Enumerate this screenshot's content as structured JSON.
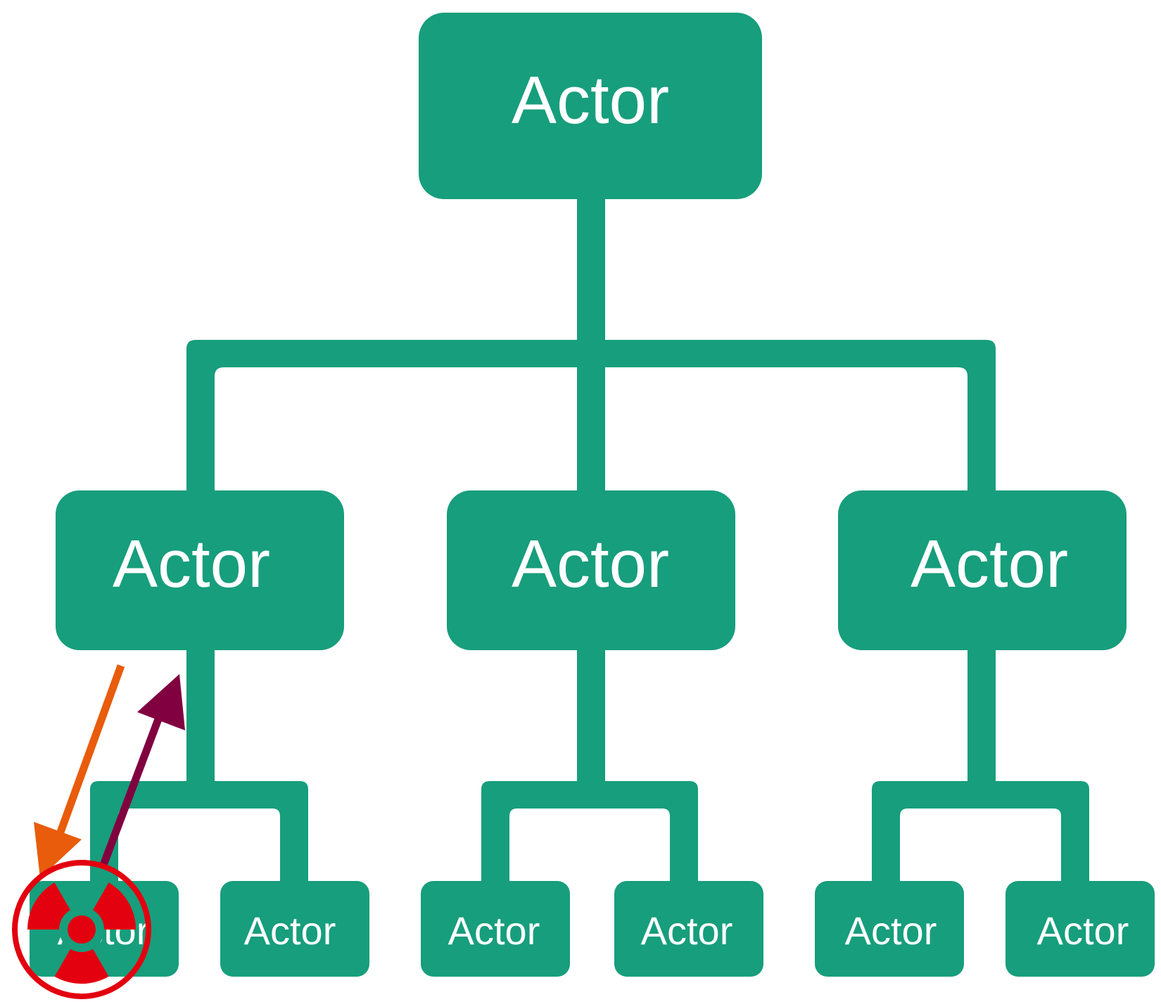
{
  "diagram": {
    "type": "actor-hierarchy",
    "colors": {
      "node": "#179e7c",
      "connector": "#179e7c",
      "label": "#ffffff",
      "crash_marker": "#e3000f",
      "failure_arrow": "#e85c0c",
      "restart_arrow": "#800040"
    },
    "root": {
      "label": "Actor",
      "children": [
        {
          "label": "Actor",
          "children": [
            {
              "label": "Actor",
              "failed": true,
              "marker_icon": "radiation-icon"
            },
            {
              "label": "Actor"
            }
          ]
        },
        {
          "label": "Actor",
          "children": [
            {
              "label": "Actor"
            },
            {
              "label": "Actor"
            }
          ]
        },
        {
          "label": "Actor",
          "children": [
            {
              "label": "Actor"
            },
            {
              "label": "Actor"
            }
          ]
        }
      ]
    },
    "arrows": [
      {
        "name": "failure-notification",
        "from": "level1.0",
        "to": "level2.0"
      },
      {
        "name": "supervisor-response",
        "from": "level2.0",
        "to": "level1.0"
      }
    ]
  }
}
